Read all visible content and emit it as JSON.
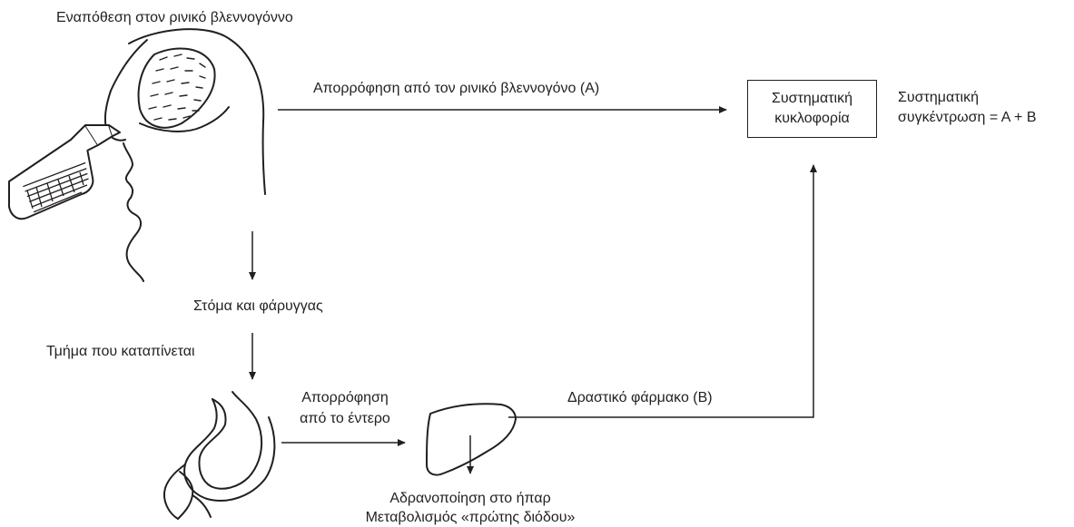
{
  "labels": {
    "nasal_deposition": "Εναπόθεση στον ρινικό βλεννογόννο",
    "absorption_A": "Απορρόφηση από τον ρινικό βλεννογόνο (Α)",
    "systemic_circulation_line1": "Συστηματική",
    "systemic_circulation_line2": "κυκλοφορία",
    "systemic_concentration_line1": "Συστηματική",
    "systemic_concentration_line2": "συγκέντρωση = Α + Β",
    "mouth_pharynx": "Στόμα και φάρυγγας",
    "swallowed_part": "Τμήμα που καταπίνεται",
    "gut_absorption_line1": "Απορρόφηση",
    "gut_absorption_line2": "από το έντερο",
    "active_drug_B": "Δραστικό φάρμακο (Β)",
    "liver_inactivation_line1": "Αδρανοποίηση στο ήπαρ",
    "liver_inactivation_line2": "Μεταβολισμός «πρώτης διόδου»"
  }
}
